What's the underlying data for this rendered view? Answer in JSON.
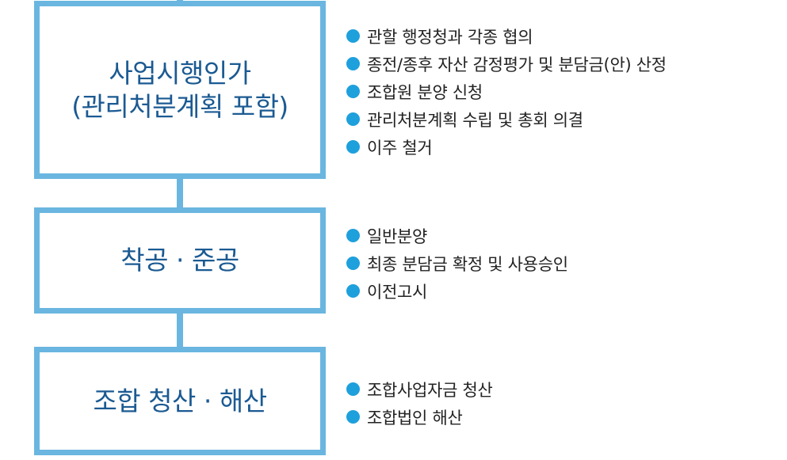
{
  "colors": {
    "box_border": "#6ab6e0",
    "title_text": "#1b5a92",
    "bullet_dot": "#1ea0dc",
    "bullet_text": "#222222"
  },
  "steps": [
    {
      "title_lines": [
        "사업시행인가",
        "(관리처분계획 포함)"
      ],
      "items": [
        "관할 행정청과 각종 협의",
        "종전/종후 자산 감정평가 및 분담금(안) 산정",
        "조합원 분양 신청",
        "관리처분계획 수립 및 총회 의결",
        "이주 철거"
      ]
    },
    {
      "title_lines": [
        "착공 · 준공"
      ],
      "items": [
        "일반분양",
        "최종 분담금 확정 및 사용승인",
        "이전고시"
      ]
    },
    {
      "title_lines": [
        "조합 청산 · 해산"
      ],
      "items": [
        "조합사업자금 청산",
        "조합법인 해산"
      ]
    }
  ]
}
